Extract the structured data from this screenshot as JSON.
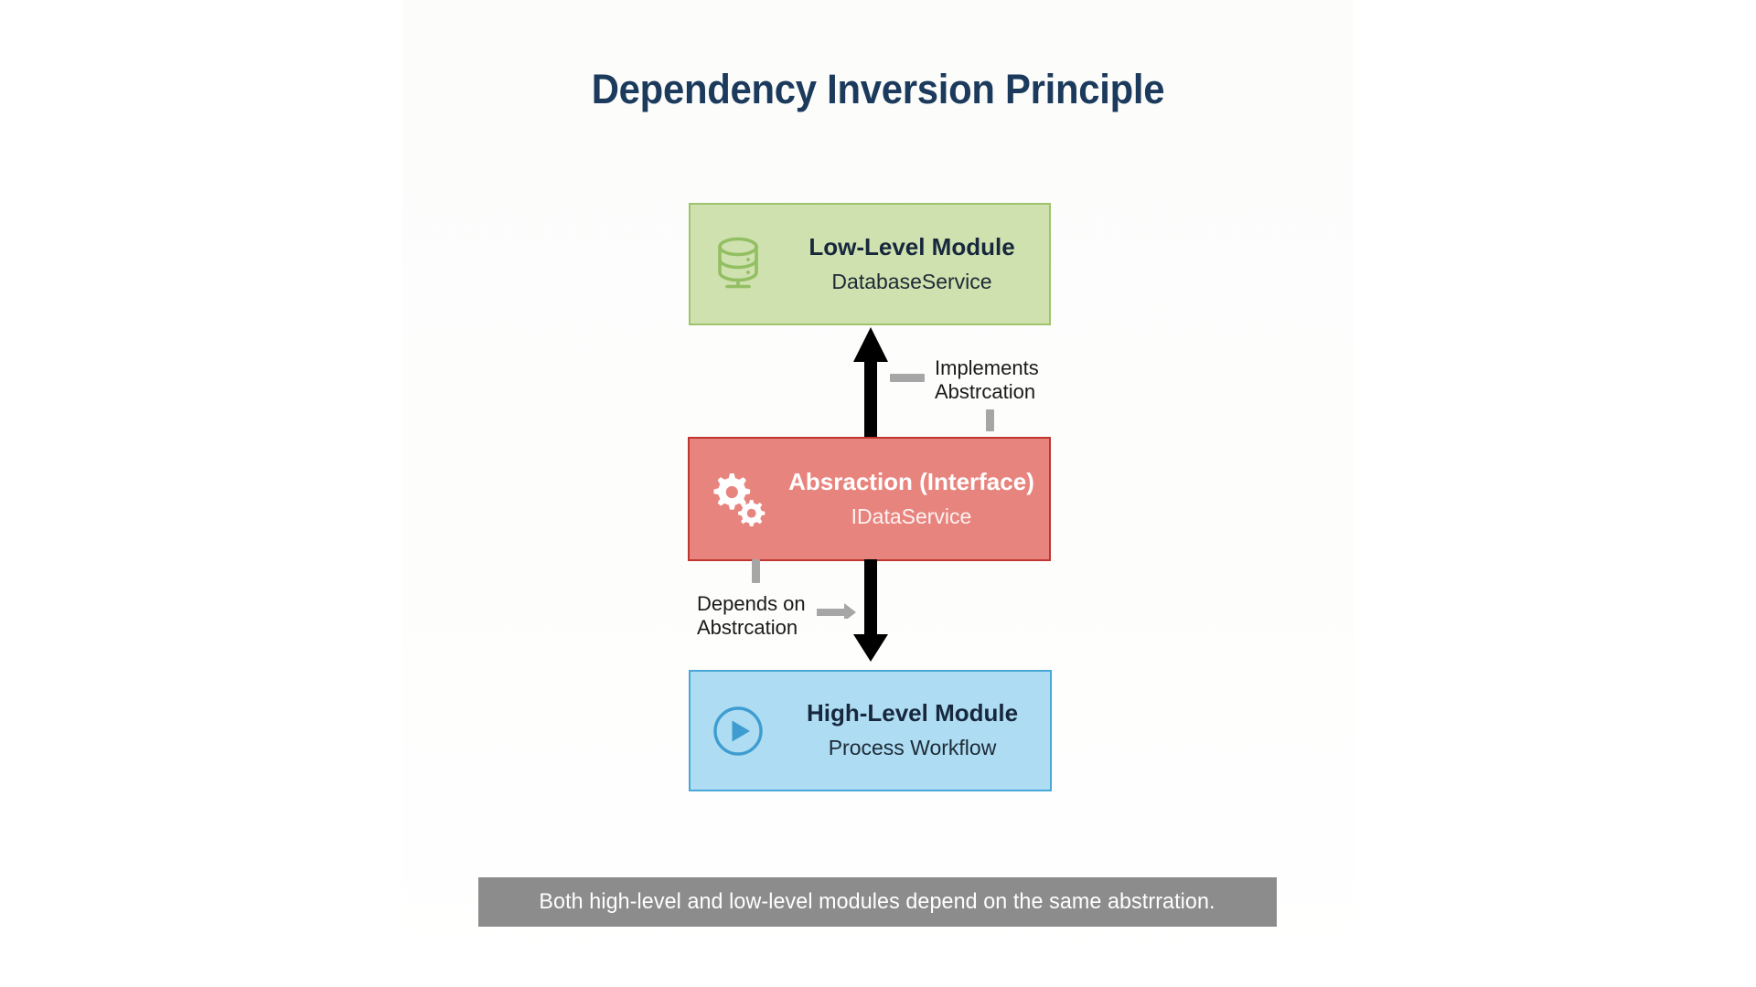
{
  "slide": {
    "title": "Dependency Inversion Principle",
    "background_color": "#ffffff",
    "title_color": "#1b3a5c"
  },
  "diagram": {
    "type": "dependency-inversion-diagram",
    "boxes": [
      {
        "id": "low-level",
        "title": "Low-Level Module",
        "subtitle": "DatabaseService",
        "icon": "database-icon",
        "fill": "#cee1ae",
        "border": "#9fc46b",
        "text_color": "#17283d"
      },
      {
        "id": "abstraction",
        "title": "Absraction (Interface)",
        "subtitle": "IDataService",
        "icon": "gears-icon",
        "fill": "#e8847e",
        "border": "#c0352f",
        "text_color": "#ffffff"
      },
      {
        "id": "high-level",
        "title": "High-Level Module",
        "subtitle": "Process Workflow",
        "icon": "play-circle-icon",
        "fill": "#aedcf2",
        "border": "#4aa8d8",
        "text_color": "#17283d"
      }
    ],
    "arrows": [
      {
        "id": "implements-arrow",
        "direction": "up",
        "from": "abstraction",
        "to": "low-level",
        "color": "#000000",
        "label": "Implements\nAbstrcation"
      },
      {
        "id": "depends-arrow",
        "direction": "down",
        "from": "abstraction",
        "to": "high-level",
        "color": "#000000",
        "label": "Depends on\nAbstrcation"
      }
    ]
  },
  "caption": {
    "text": "Both high-level and low-level modules depend on the same abstrration.",
    "background_color": "#8c8c8c",
    "text_color": "#ffffff"
  }
}
